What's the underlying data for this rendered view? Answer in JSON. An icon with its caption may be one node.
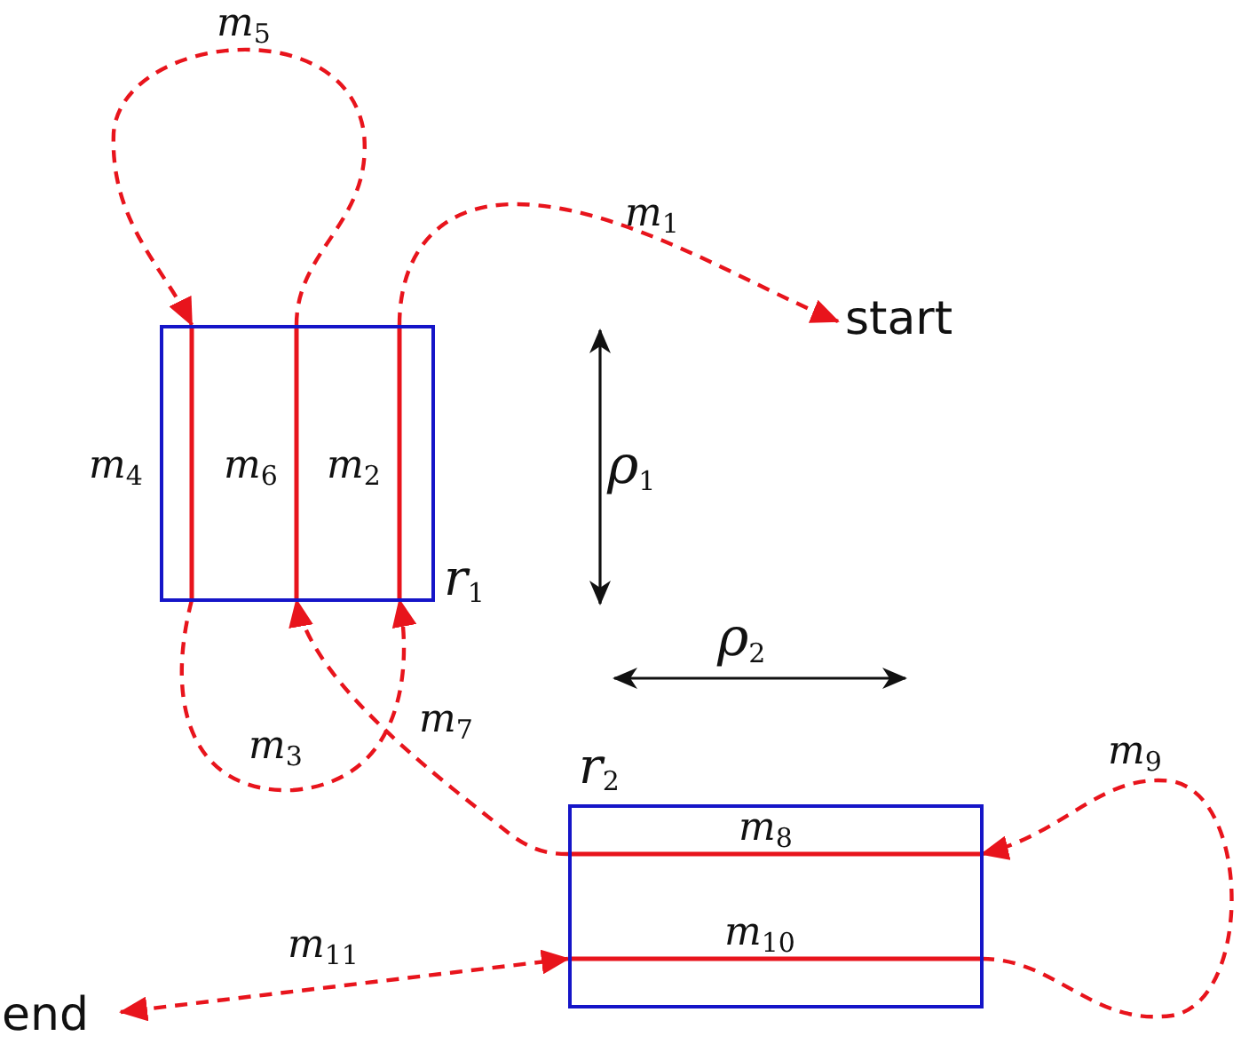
{
  "diagram": {
    "nodes": [
      {
        "text": [
          "start"
        ]
      },
      {
        "text": [
          "r$_{1}$"
        ]
      },
      {
        "text": [
          "r$_{2}$"
        ]
      },
      {
        "text": [
          "end"
        ]
      }
    ],
    "edges": [
      {
        "from": 1,
        "to": 0,
        "arrow": "to",
        "label": "m$_{1}$",
        "style": "dashed"
      },
      {
        "from": 1,
        "to": 1,
        "arrow": "to",
        "label": "m$_{3}$",
        "style": "dashed"
      },
      {
        "from": 1,
        "to": 1,
        "arrow": "to",
        "label": "m$_{5}$",
        "style": "dashed"
      },
      {
        "from": 2,
        "to": 1,
        "arrow": "to",
        "label": "m$_{7}$",
        "style": "dashed"
      },
      {
        "from": 2,
        "to": 2,
        "arrow": "to",
        "label": "m$_{9}$",
        "style": "dashed"
      },
      {
        "from": 2,
        "to": 3,
        "arrow": "both",
        "label": "m$_{11}$",
        "style": "dashed"
      }
    ],
    "labels": [
      "m$_{4}$",
      "m$_{6}$",
      "m$_{2}$",
      "ρ$_{1}$",
      "ρ$_{2}$",
      "m$_{8}$",
      "m$_{10}$"
    ]
  }
}
